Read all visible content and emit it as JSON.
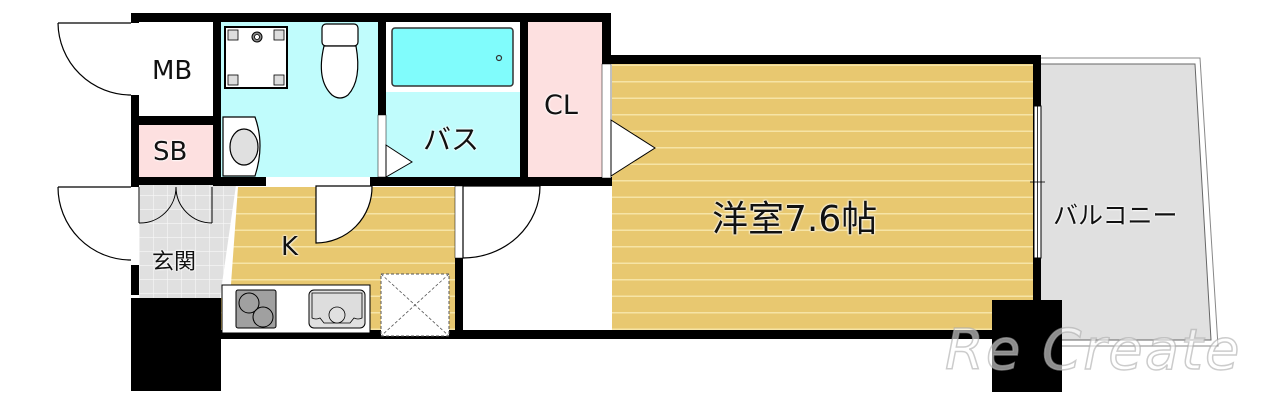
{
  "floorplan": {
    "rooms": {
      "mb": {
        "label": "MB"
      },
      "sb": {
        "label": "SB"
      },
      "bath": {
        "label": "バス"
      },
      "closet": {
        "label": "CL"
      },
      "western_room": {
        "label": "洋室7.6帖",
        "type": "洋室",
        "size_jo": 7.6
      },
      "balcony": {
        "label": "バルコニー"
      },
      "kitchen": {
        "label": "K"
      },
      "entrance": {
        "label": "玄関"
      }
    },
    "watermark": "Re Create",
    "colors": {
      "wall": "#000000",
      "wet_area": "#c0fcfc",
      "bathtub": "#80fcfc",
      "closet": "#fde0e0",
      "flooring": "#e8c870",
      "flooring_line": "#f8e8b0",
      "balcony": "#e0e0e0",
      "entrance_tile": "#e0e0e0",
      "stove": "#a0a0a0"
    }
  }
}
